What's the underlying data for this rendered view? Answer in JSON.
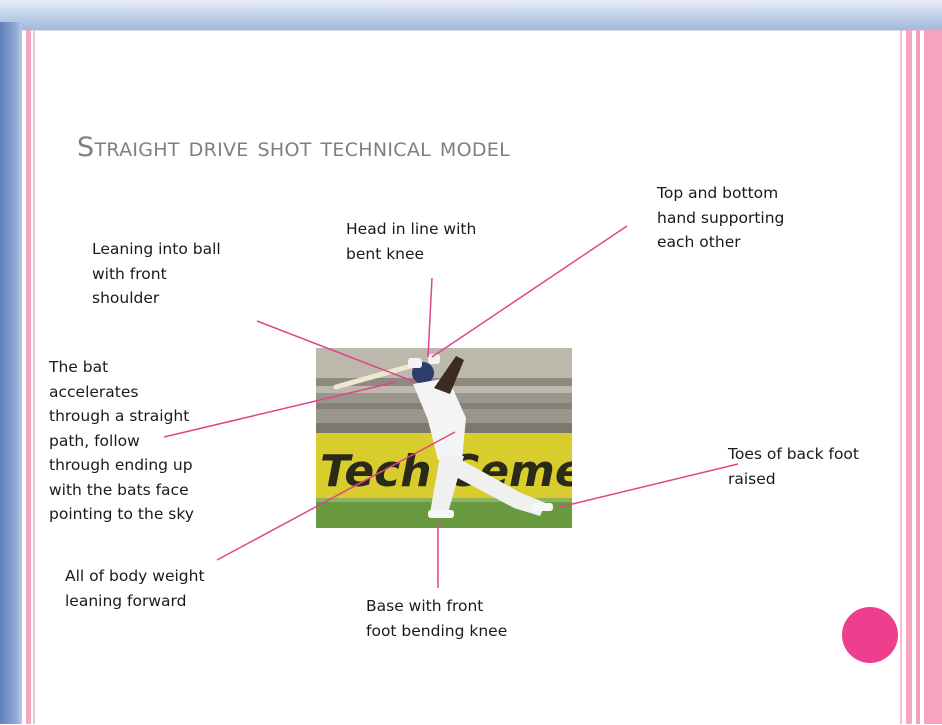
{
  "slide": {
    "title": "Straight drive shot technical model"
  },
  "labels": {
    "leaning": "Leaning into ball\nwith front\nshoulder",
    "head": "Head in line with\nbent knee",
    "hands": "Top and bottom\nhand supporting\neach other",
    "bat": "The bat\naccelerates\nthrough a straight\npath, follow\nthrough ending up\nwith the bats face\npointing to the sky",
    "toes": "Toes of back foot\nraised",
    "body": "All of body weight\nleaning forward",
    "base": "Base with front\nfoot bending knee"
  },
  "photo": {
    "banner_text": "Tech Cement"
  },
  "colors": {
    "accent": "#ee3e8e",
    "stripe": "#f7a7c2",
    "leader_line": "#e0458c",
    "title": "#7f7f7f"
  }
}
